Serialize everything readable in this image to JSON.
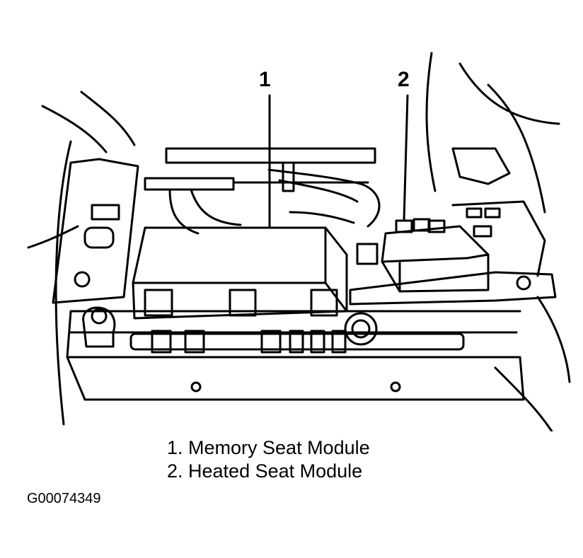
{
  "diagram": {
    "callouts": [
      {
        "number": "1"
      },
      {
        "number": "2"
      }
    ]
  },
  "legend": [
    {
      "text": "1. Memory Seat Module"
    },
    {
      "text": "2. Heated Seat Module"
    }
  ],
  "figure_id": "G00074349"
}
